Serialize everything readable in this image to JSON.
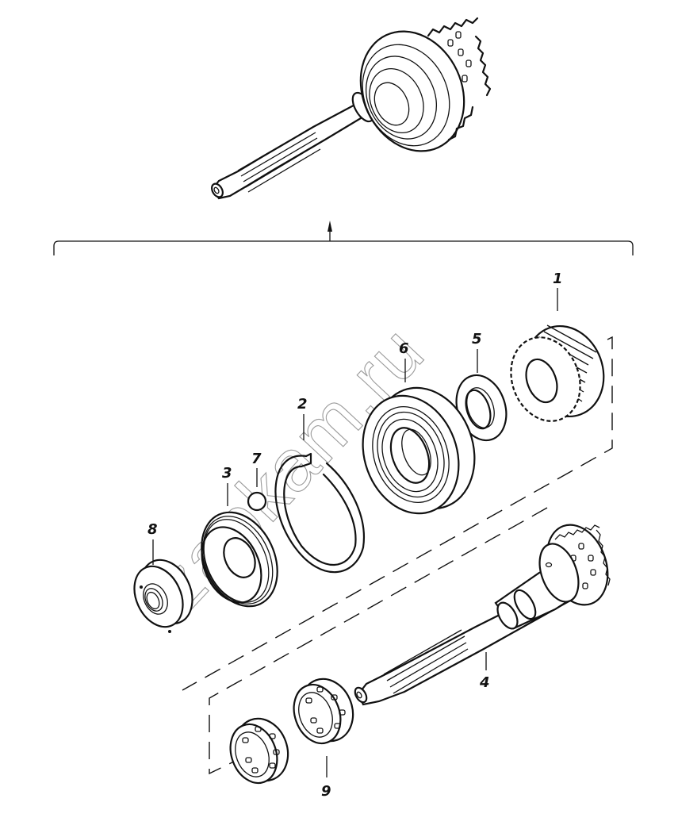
{
  "diagram": {
    "title": "Input shaft assembly — exploded view",
    "watermark": "zapkam.ru",
    "assembly": {
      "name": "input-shaft-assembly"
    },
    "parts": [
      {
        "id": "1",
        "label": "1",
        "name": "gear"
      },
      {
        "id": "2",
        "label": "2",
        "name": "snap-ring"
      },
      {
        "id": "3",
        "label": "3",
        "name": "cup"
      },
      {
        "id": "4",
        "label": "4",
        "name": "input-shaft"
      },
      {
        "id": "5",
        "label": "5",
        "name": "washer"
      },
      {
        "id": "6",
        "label": "6",
        "name": "bearing"
      },
      {
        "id": "7",
        "label": "7",
        "name": "ball"
      },
      {
        "id": "8",
        "label": "8",
        "name": "flange-nut"
      },
      {
        "id": "9",
        "label": "9",
        "name": "roller-cages"
      }
    ],
    "colors": {
      "ink": "#111111",
      "watermark": "#9a9a9a",
      "background": "#ffffff"
    }
  }
}
